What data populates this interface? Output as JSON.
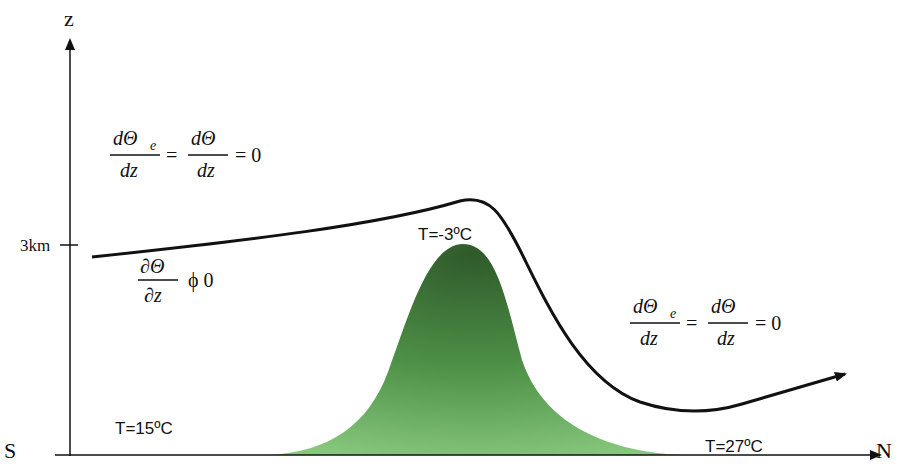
{
  "diagram": {
    "labels": [
      "z",
      "S",
      "N",
      "3km",
      "dΘ",
      "e",
      "dz",
      "=",
      "dΘ",
      "dz",
      "= 0",
      "∂Θ",
      "∂z",
      "ϕ 0",
      "dΘ",
      "e",
      "dz",
      "=",
      "dΘ",
      "dz",
      "= 0",
      "T=-3ºC",
      "T=15ºC",
      "T=27ºC"
    ]
  }
}
